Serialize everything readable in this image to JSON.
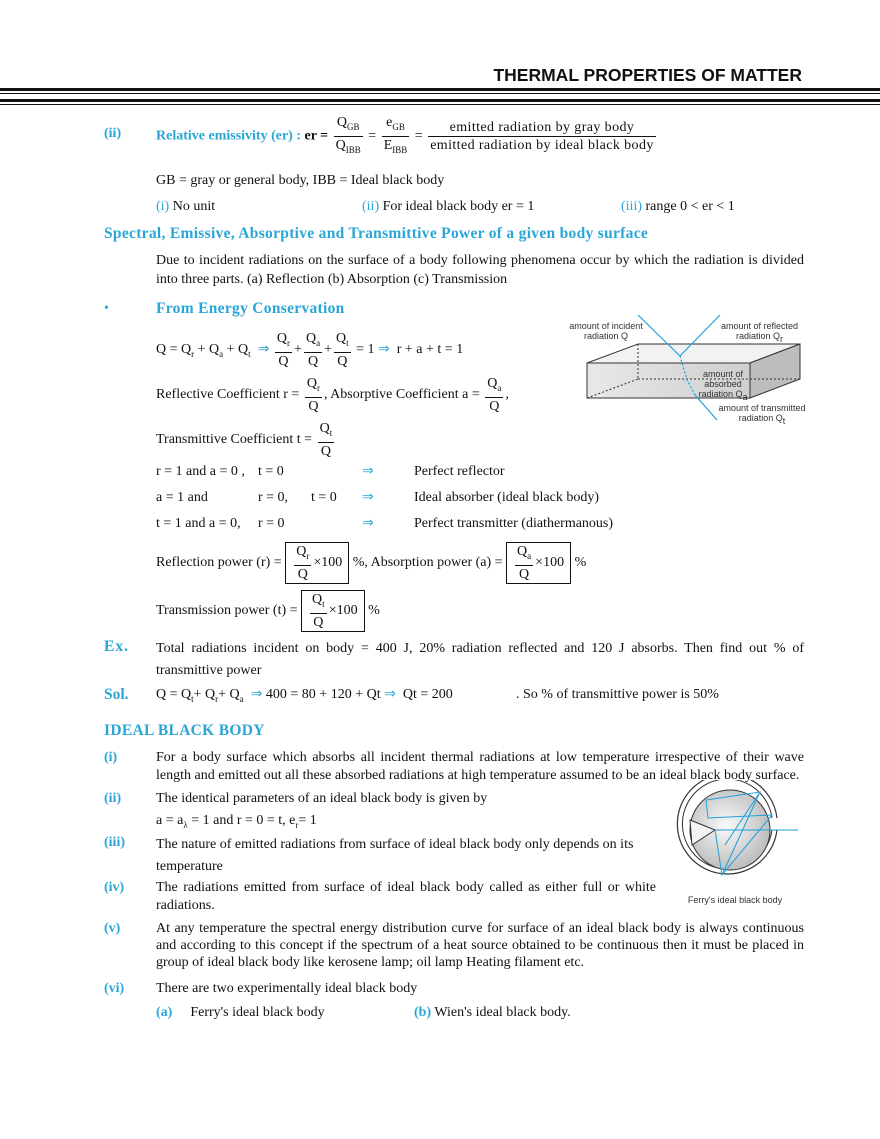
{
  "header": {
    "title": "THERMAL PROPERTIES OF MATTER"
  },
  "emissivity": {
    "num": "(ii)",
    "label": "Relative emissivity (er) :",
    "lhs": "er =",
    "q_gb": "Q",
    "gb": "GB",
    "q_ibb": "Q",
    "ibb": "IBB",
    "e_gb": "e",
    "E_ibb": "E",
    "eq": "=",
    "text_num": "emitted radiation by gray body",
    "text_den": "emitted radiation by ideal black body",
    "note": "GB = gray or general body, IBB = Ideal black body",
    "props": [
      {
        "n": "(i)",
        "t": "No unit"
      },
      {
        "n": "(ii)",
        "t": "For ideal black body er = 1"
      },
      {
        "n": "(iii)",
        "t": "range 0  < er < 1"
      }
    ]
  },
  "spectral": {
    "heading": "Spectral, Emissive, Absorptive and Transmittive Power of a given body surface",
    "para": "Due to incident radiations on the surface of a body following phenomena occur by which the radiation is divided into three parts. (a) Reflection (b) Absorption (c) Transmission",
    "bullet": "•",
    "subheading": "From Energy Conservation",
    "eq1": "Q = Q",
    "eq1b": "+ Q",
    "eq1c": "+ Q",
    "r": "r",
    "a": "a",
    "t": "t",
    "Q": "Q",
    "eq1_end": "= 1",
    "eq1_res": "r + a + t = 1",
    "plus": "+",
    "implies": "⇒",
    "refl_coef": "Reflective Coefficient r =",
    "abs_coef": ", Absorptive Coefficient a =",
    "comma": ",",
    "trans_coef": "Transmittive Coefficient t =",
    "cases": [
      {
        "c1": "r = 1 and a = 0 ,",
        "c2": "t = 0",
        "c3": "",
        "res": "Perfect reflector"
      },
      {
        "c1": "a = 1 and",
        "c2": "r = 0,",
        "c3": "t = 0",
        "res": "Ideal absorber (ideal black body)"
      },
      {
        "c1": "t = 1 and a = 0,",
        "c2": "r = 0",
        "c3": "",
        "res": "Perfect transmitter (diathermanous)"
      }
    ],
    "refl_power": "Reflection power (r) =",
    "abs_power": ", Absorption power (a) =",
    "trans_power": "Transmission power (t) =",
    "times100": "×100",
    "pct": "%"
  },
  "diagram1": {
    "incident": "amount of incident radiation Q",
    "reflected": "amount of reflected radiation Q",
    "absorbed": "amount of absorbed radiation Q",
    "transmitted": "amount of transmitted radiation Q",
    "line_color": "#1fa0db"
  },
  "example": {
    "label": "Ex.",
    "text": "Total radiations incident on body = 400 J, 20% radiation reflected and 120 J absorbs. Then find out % of transmittive power"
  },
  "solution": {
    "label": "Sol.",
    "eq1": "Q = Q",
    "p1": "+ Q",
    "p2": "+ Q",
    "t": "t",
    "r": "r",
    "a": "a",
    "eq2": "400 = 80 + 120 + Qt",
    "eq3": "Qt = 200",
    "conclusion": ". So % of transmittive power is 50%"
  },
  "ibb": {
    "heading": "IDEAL BLACK BODY",
    "items": [
      {
        "n": "(i)",
        "t": "For a body surface which absorbs all incident thermal radiations at low temperature irrespective of  their  wave length and emitted out all these absorbed radiations at high temperature assumed to be an ideal black body surface."
      },
      {
        "n": "(ii)",
        "t": "The identical parameters of an  ideal  black body is given by"
      },
      {
        "n": "(iii)",
        "t": "The nature of emitted radiations from surface of ideal black body only depends on its temperature"
      },
      {
        "n": "(iv)",
        "t": "The radiations emitted from surface of ideal black body  called as either full or white radiations."
      },
      {
        "n": "(v)",
        "t": "At any temperature the spectral energy distribution curve for surface of an ideal black body is always continuous and according to this concept if the spectrum of a heat source obtained to be continuous then it must be placed in group of ideal black body like kerosene lamp; oil lamp Heating filament etc."
      },
      {
        "n": "(vi)",
        "t": "There are two experimentally ideal black body"
      }
    ],
    "params": "a =  a",
    "lambda": "λ",
    "params2": "= 1 and r = 0 = t, e",
    "params3": "= 1",
    "types": [
      {
        "n": "(a)",
        "t": "Ferry's ideal black body"
      },
      {
        "n": "(b)",
        "t": "Wien's ideal black body."
      }
    ],
    "figure_caption": "Ferry's ideal black body"
  }
}
